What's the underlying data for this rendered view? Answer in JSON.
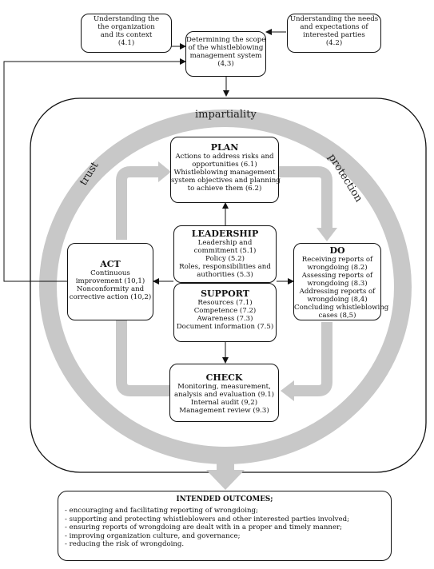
{
  "top": {
    "org_context": [
      "Understanding the",
      "the organization",
      "and its context",
      "(4.1)"
    ],
    "interested_parties": [
      "Understanding the needs",
      "and expectations of",
      "interested parties",
      "(4.2)"
    ],
    "scope": [
      "Determining the scope",
      "of the whistleblowing",
      "management system",
      "(4,3)"
    ]
  },
  "ring_labels": {
    "top": "impartiality",
    "left": "trust",
    "right": "protection"
  },
  "plan": {
    "title": "PLAN",
    "lines": [
      "Actions to address risks and",
      "opportunities (6.1)",
      "Whistleblowing management",
      "system objectives and planning",
      "to achieve them (6.2)"
    ]
  },
  "leadership": {
    "title": "LEADERSHIP",
    "lines": [
      "Leadership and",
      "commitment (5.1)",
      "Policy (5.2)",
      "Roles, responsibilities and",
      "authorities (5.3)"
    ]
  },
  "support": {
    "title": "SUPPORT",
    "lines": [
      "Resources (7.1)",
      "Competence (7.2)",
      "Awareness (7.3)",
      "Document information (7.5)"
    ]
  },
  "act": {
    "title": "ACT",
    "lines": [
      "Continuous",
      "improvement (10,1)",
      "Nonconformity and",
      "corrective action (10,2)"
    ]
  },
  "do": {
    "title": "DO",
    "lines": [
      "Receiving reports of",
      "wrongdoing (8.2)",
      "Assessing reports of",
      "wrongdoing (8.3)",
      "Addressing reports of",
      "wrongdoing (8,4)",
      "Concluding whistleblowing",
      "cases (8,5)"
    ]
  },
  "check": {
    "title": "CHECK",
    "lines": [
      "Monitoring, measurement,",
      "analysis and evaluation (9.1)",
      "Internal audit (9,2)",
      "Management review (9.3)"
    ]
  },
  "outcomes": {
    "title": "INTENDED OUTCOMES;",
    "items": [
      "- encouraging and facilitating reporting of wrongdoing;",
      "- supporting and protecting whistleblowers and other interested parties involved;",
      "- ensuring reports of wrongdoing are dealt with in a proper and timely manner;",
      "- improving organization culture, and governance;",
      "- reducing the risk of wrongdoing."
    ]
  },
  "colors": {
    "ring": "#c8c8c8",
    "stroke": "#111111"
  }
}
